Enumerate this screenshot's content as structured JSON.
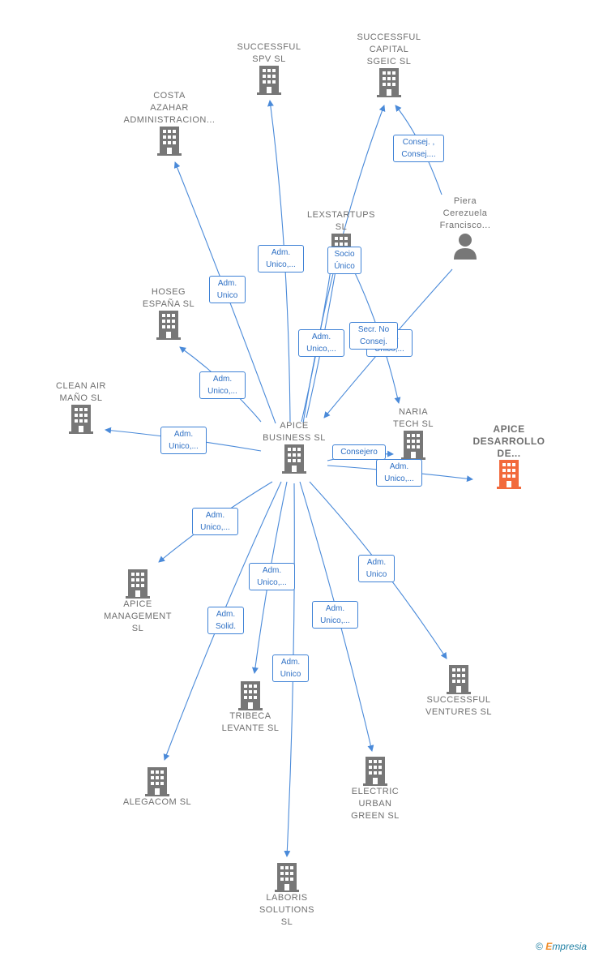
{
  "colors": {
    "edge": "#4a8ad9",
    "building": "#777777",
    "focus_building": "#f26a3c",
    "person": "#777777"
  },
  "nodes": {
    "center": {
      "label": "APICE\nBUSINESS SL",
      "icon": "building-icon"
    },
    "successful_spv": {
      "label": "SUCCESSFUL\nSPV SL",
      "icon": "building-icon"
    },
    "successful_capital": {
      "label": "SUCCESSFUL\nCAPITAL\nSGEIC SL",
      "icon": "building-icon"
    },
    "costa_azahar": {
      "label": "COSTA\nAZAHAR\nADMINISTRACION...",
      "icon": "building-icon"
    },
    "lexstartups": {
      "label": "LEXSTARTUPS\nSL",
      "icon": "building-icon"
    },
    "piera": {
      "label": "Piera\nCerezuela\nFrancisco...",
      "icon": "person-icon"
    },
    "hoseg": {
      "label": "HOSEG\nESPAÑA SL",
      "icon": "building-icon"
    },
    "clean_air": {
      "label": "CLEAN AIR\nMAÑO SL",
      "icon": "building-icon"
    },
    "naria": {
      "label": "NARIA\nTECH SL",
      "icon": "building-icon"
    },
    "apice_desarrollo": {
      "label": "APICE\nDESARROLLO\nDE...",
      "icon": "building-icon"
    },
    "apice_management": {
      "label": "APICE\nMANAGEMENT\nSL",
      "icon": "building-icon"
    },
    "successful_ventures": {
      "label": "SUCCESSFUL\nVENTURES SL",
      "icon": "building-icon"
    },
    "tribeca": {
      "label": "TRIBECA\nLEVANTE SL",
      "icon": "building-icon"
    },
    "alegacom": {
      "label": "ALEGACOM SL",
      "icon": "building-icon"
    },
    "electric": {
      "label": "ELECTRIC\nURBAN\nGREEN SL",
      "icon": "building-icon"
    },
    "laboris": {
      "label": "LABORIS\nSOLUTIONS\nSL",
      "icon": "building-icon"
    }
  },
  "relations": {
    "spv": "Adm.\nUnico,...",
    "capital_person": "Consej. ,\nConsej....",
    "costa": "Adm.\nUnico",
    "lex": "Socio\nÚnico",
    "hoseg": "Adm.\nUnico,...",
    "capital": "Adm.\nUnico,...",
    "naria_back": "Adm.\nUnico,...",
    "piera": "Secr. No\nConsej.",
    "clean_air": "Adm.\nUnico,...",
    "consejero": "Consejero",
    "desarrollo": "Adm.\nUnico,...",
    "management": "Adm.\nUnico,...",
    "tribeca": "Adm.\nUnico,...",
    "ventures": "Adm.\nUnico",
    "alegacom": "Adm.\nSolid.",
    "electric": "Adm.\nUnico,...",
    "laboris": "Adm.\nUnico"
  },
  "footer": {
    "symbol": "©",
    "brand_initial": "E",
    "brand_rest": "mpresia"
  }
}
